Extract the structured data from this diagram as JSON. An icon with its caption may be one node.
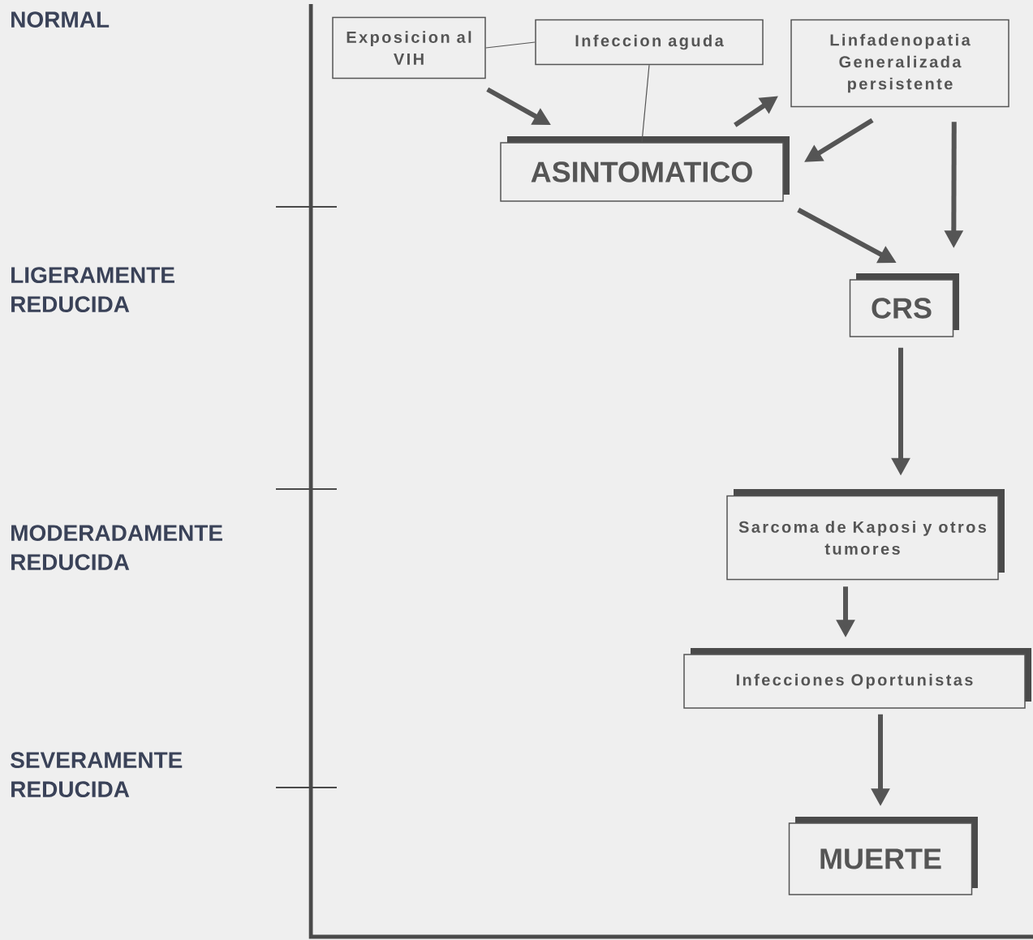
{
  "diagram": {
    "nodes": [
      {
        "text": [
          "Exposicion al VIH"
        ]
      },
      {
        "text": [
          "Infeccion aguda"
        ]
      },
      {
        "text": [
          "Linfadenopatia Generalizada persistente"
        ]
      },
      {
        "text": [
          "ASINTOMATICO"
        ]
      },
      {
        "text": [
          "CRS"
        ]
      },
      {
        "text": [
          "Sarcoma de Kaposi y otros tumores"
        ]
      },
      {
        "text": [
          "Infecciones Oportunistas"
        ]
      },
      {
        "text": [
          "MUERTE"
        ]
      }
    ],
    "edges": [
      {
        "from": 0,
        "to": 1,
        "arrow": "none"
      },
      {
        "from": 1,
        "to": 3,
        "arrow": "none"
      },
      {
        "from": 0,
        "to": 3,
        "arrow": "to"
      },
      {
        "from": 3,
        "to": 2,
        "arrow": "to"
      },
      {
        "from": 2,
        "to": 3,
        "arrow": "to"
      },
      {
        "from": 3,
        "to": 4,
        "arrow": "to"
      },
      {
        "from": 2,
        "to": 4,
        "arrow": "to"
      },
      {
        "from": 4,
        "to": 5,
        "arrow": "to"
      },
      {
        "from": 5,
        "to": 6,
        "arrow": "to"
      },
      {
        "from": 6,
        "to": 7,
        "arrow": "to"
      }
    ],
    "labels": [
      "NORMAL",
      "LIGERAMENTE REDUCIDA",
      "MODERADAMENTE REDUCIDA",
      "SEVERAMENTE REDUCIDA"
    ]
  }
}
